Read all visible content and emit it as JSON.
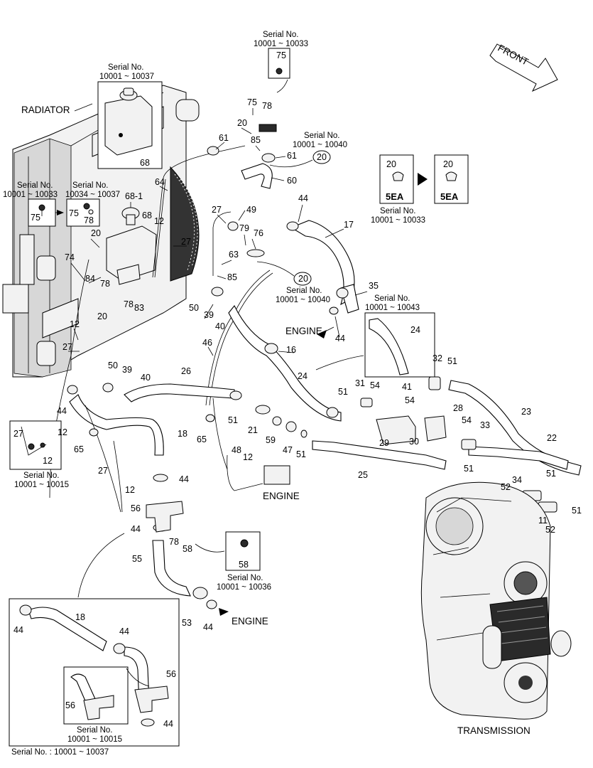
{
  "section_labels": {
    "radiator": "RADIATOR",
    "front": "FRONT",
    "engine": "ENGINE",
    "transmission": "TRANSMISSION"
  },
  "serial_notes": {
    "s_top": {
      "title": "Serial No.",
      "range": "10001 ~ 10033"
    },
    "s_tank": {
      "title": "Serial No.",
      "range": "10001 ~ 10037"
    },
    "s_left1": {
      "title": "Serial No.",
      "range": "10001 ~ 10033"
    },
    "s_left2": {
      "title": "Serial No.",
      "range": "10034 ~ 10037"
    },
    "s_20a": {
      "title": "Serial No.",
      "range": "10001 ~ 10040"
    },
    "s_20b": {
      "title": "Serial No.",
      "range": "10001 ~ 10040"
    },
    "s_5ea": {
      "title": "Serial No.",
      "range": "10001 ~ 10033"
    },
    "s_24": {
      "title": "Serial No.",
      "range": "10001 ~ 10043"
    },
    "s_27": {
      "title": "Serial No.",
      "range": "10001 ~ 10015"
    },
    "s_58": {
      "title": "Serial No.",
      "range": "10001 ~ 10036"
    },
    "s_56": {
      "title": "Serial No.",
      "range": "10001 ~ 10015"
    },
    "bottom": "Serial No. : 10001 ~ 10037"
  },
  "qty": {
    "left": "5EA",
    "right": "5EA"
  },
  "callouts": {
    "c11": "11",
    "c12": "12",
    "c16": "16",
    "c17": "17",
    "c18": "18",
    "c20": "20",
    "c21": "21",
    "c22": "22",
    "c23": "23",
    "c24": "24",
    "c25": "25",
    "c26": "26",
    "c27": "27",
    "c28": "28",
    "c29": "29",
    "c30": "30",
    "c31": "31",
    "c32": "32",
    "c33": "33",
    "c34": "34",
    "c35": "35",
    "c39": "39",
    "c40": "40",
    "c41": "41",
    "c44": "44",
    "c46": "46",
    "c47": "47",
    "c48": "48",
    "c49": "49",
    "c50": "50",
    "c51": "51",
    "c52": "52",
    "c53": "53",
    "c54": "54",
    "c55": "55",
    "c56": "56",
    "c58": "58",
    "c59": "59",
    "c60": "60",
    "c61": "61",
    "c63": "63",
    "c64": "64",
    "c65": "65",
    "c68": "68",
    "c681": "68-1",
    "c74": "74",
    "c75": "75",
    "c76": "76",
    "c78": "78",
    "c79": "79",
    "c83": "83",
    "c84": "84",
    "c85": "85"
  }
}
